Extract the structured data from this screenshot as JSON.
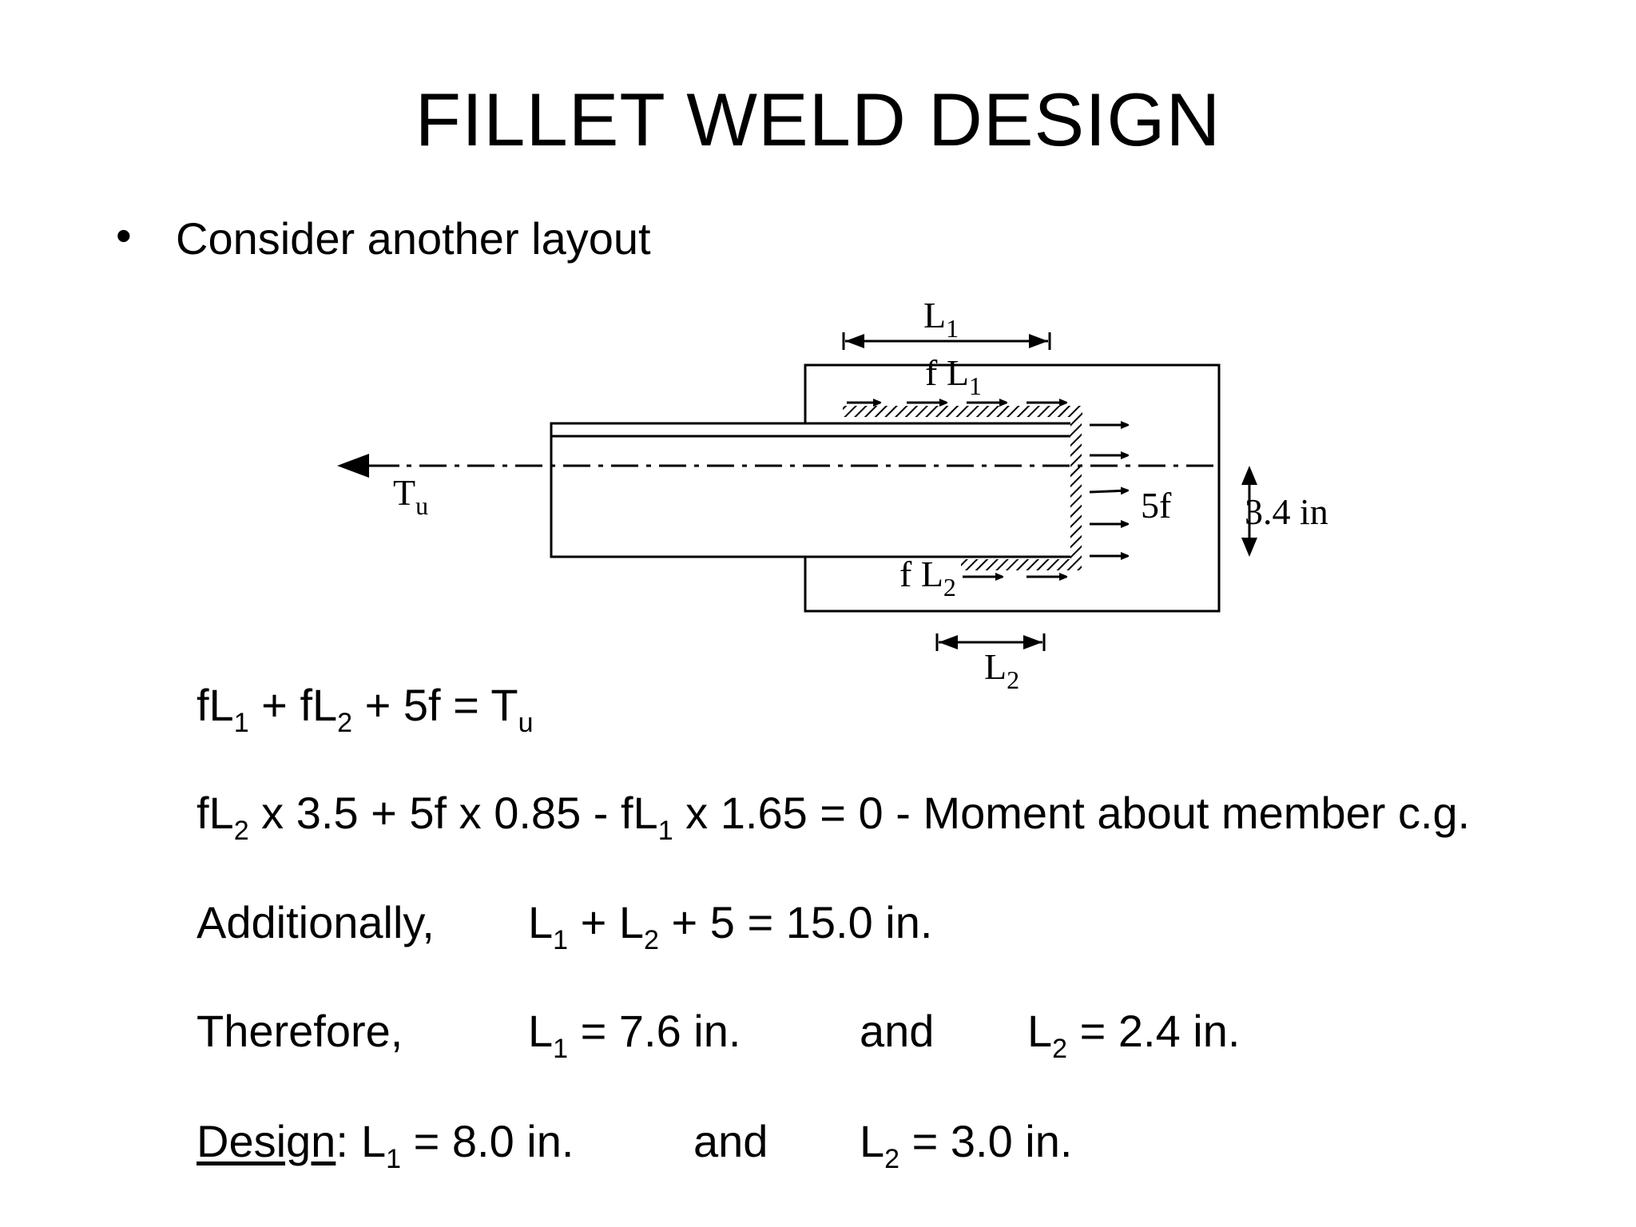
{
  "title": "FILLET WELD DESIGN",
  "bullet": {
    "symbol": "•",
    "text": "Consider another layout"
  },
  "diagram": {
    "L1_label": "L",
    "L1_sub": "1",
    "fL1_label": "f L",
    "fL1_sub": "1",
    "fL2_label": "f L",
    "fL2_sub": "2",
    "L2_label": "L",
    "L2_sub": "2",
    "Tu_label": "T",
    "Tu_sub": "u",
    "five_f_label": "5f",
    "dim_label": "3.4 in"
  },
  "equations": {
    "eq1": {
      "a": "fL",
      "a_sub": "1",
      "b": " + fL",
      "b_sub": "2",
      "c": " + 5f = T",
      "c_sub": "u"
    },
    "eq2": {
      "a": "fL",
      "a_sub": "2",
      "b": " x 3.5 + 5f x 0.85 - fL",
      "b_sub": "1",
      "c": " x 1.65 =  0 - Moment about member c.g."
    },
    "eq3": {
      "prefix": "Additionally,",
      "a": "L",
      "a_sub": "1",
      "b": " + L",
      "b_sub": "2",
      "c": " + 5 = 15.0 in."
    },
    "eq4": {
      "prefix": "Therefore,",
      "a": "L",
      "a_sub": "1",
      "b": " = 7.6 in.",
      "and": "and",
      "c": "L",
      "c_sub": "2",
      "d": " = 2.4 in."
    },
    "eq5": {
      "prefix": "Design",
      "colon": ":",
      "a": "L",
      "a_sub": "1",
      "b": " = 8.0 in.",
      "and": "and",
      "c": "L",
      "c_sub": "2",
      "d": " = 3.0 in."
    }
  }
}
